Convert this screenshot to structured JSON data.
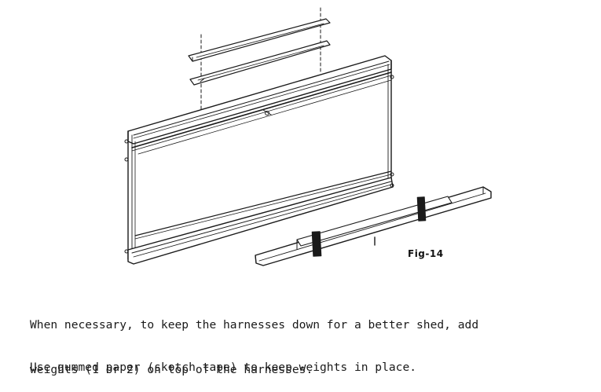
{
  "figure": {
    "label": "Fig-14"
  },
  "instructions": {
    "paragraph1": {
      "line1": "When necessary, to keep the harnesses down for a better shed, add",
      "line2": "weights (1 or 2) on top of the harnesses."
    },
    "paragraph2": {
      "line1": "Use gummed paper (skotch tape) to keep weights in place."
    }
  },
  "colors": {
    "ink": "#1a1a1a",
    "paper": "#ffffff"
  }
}
